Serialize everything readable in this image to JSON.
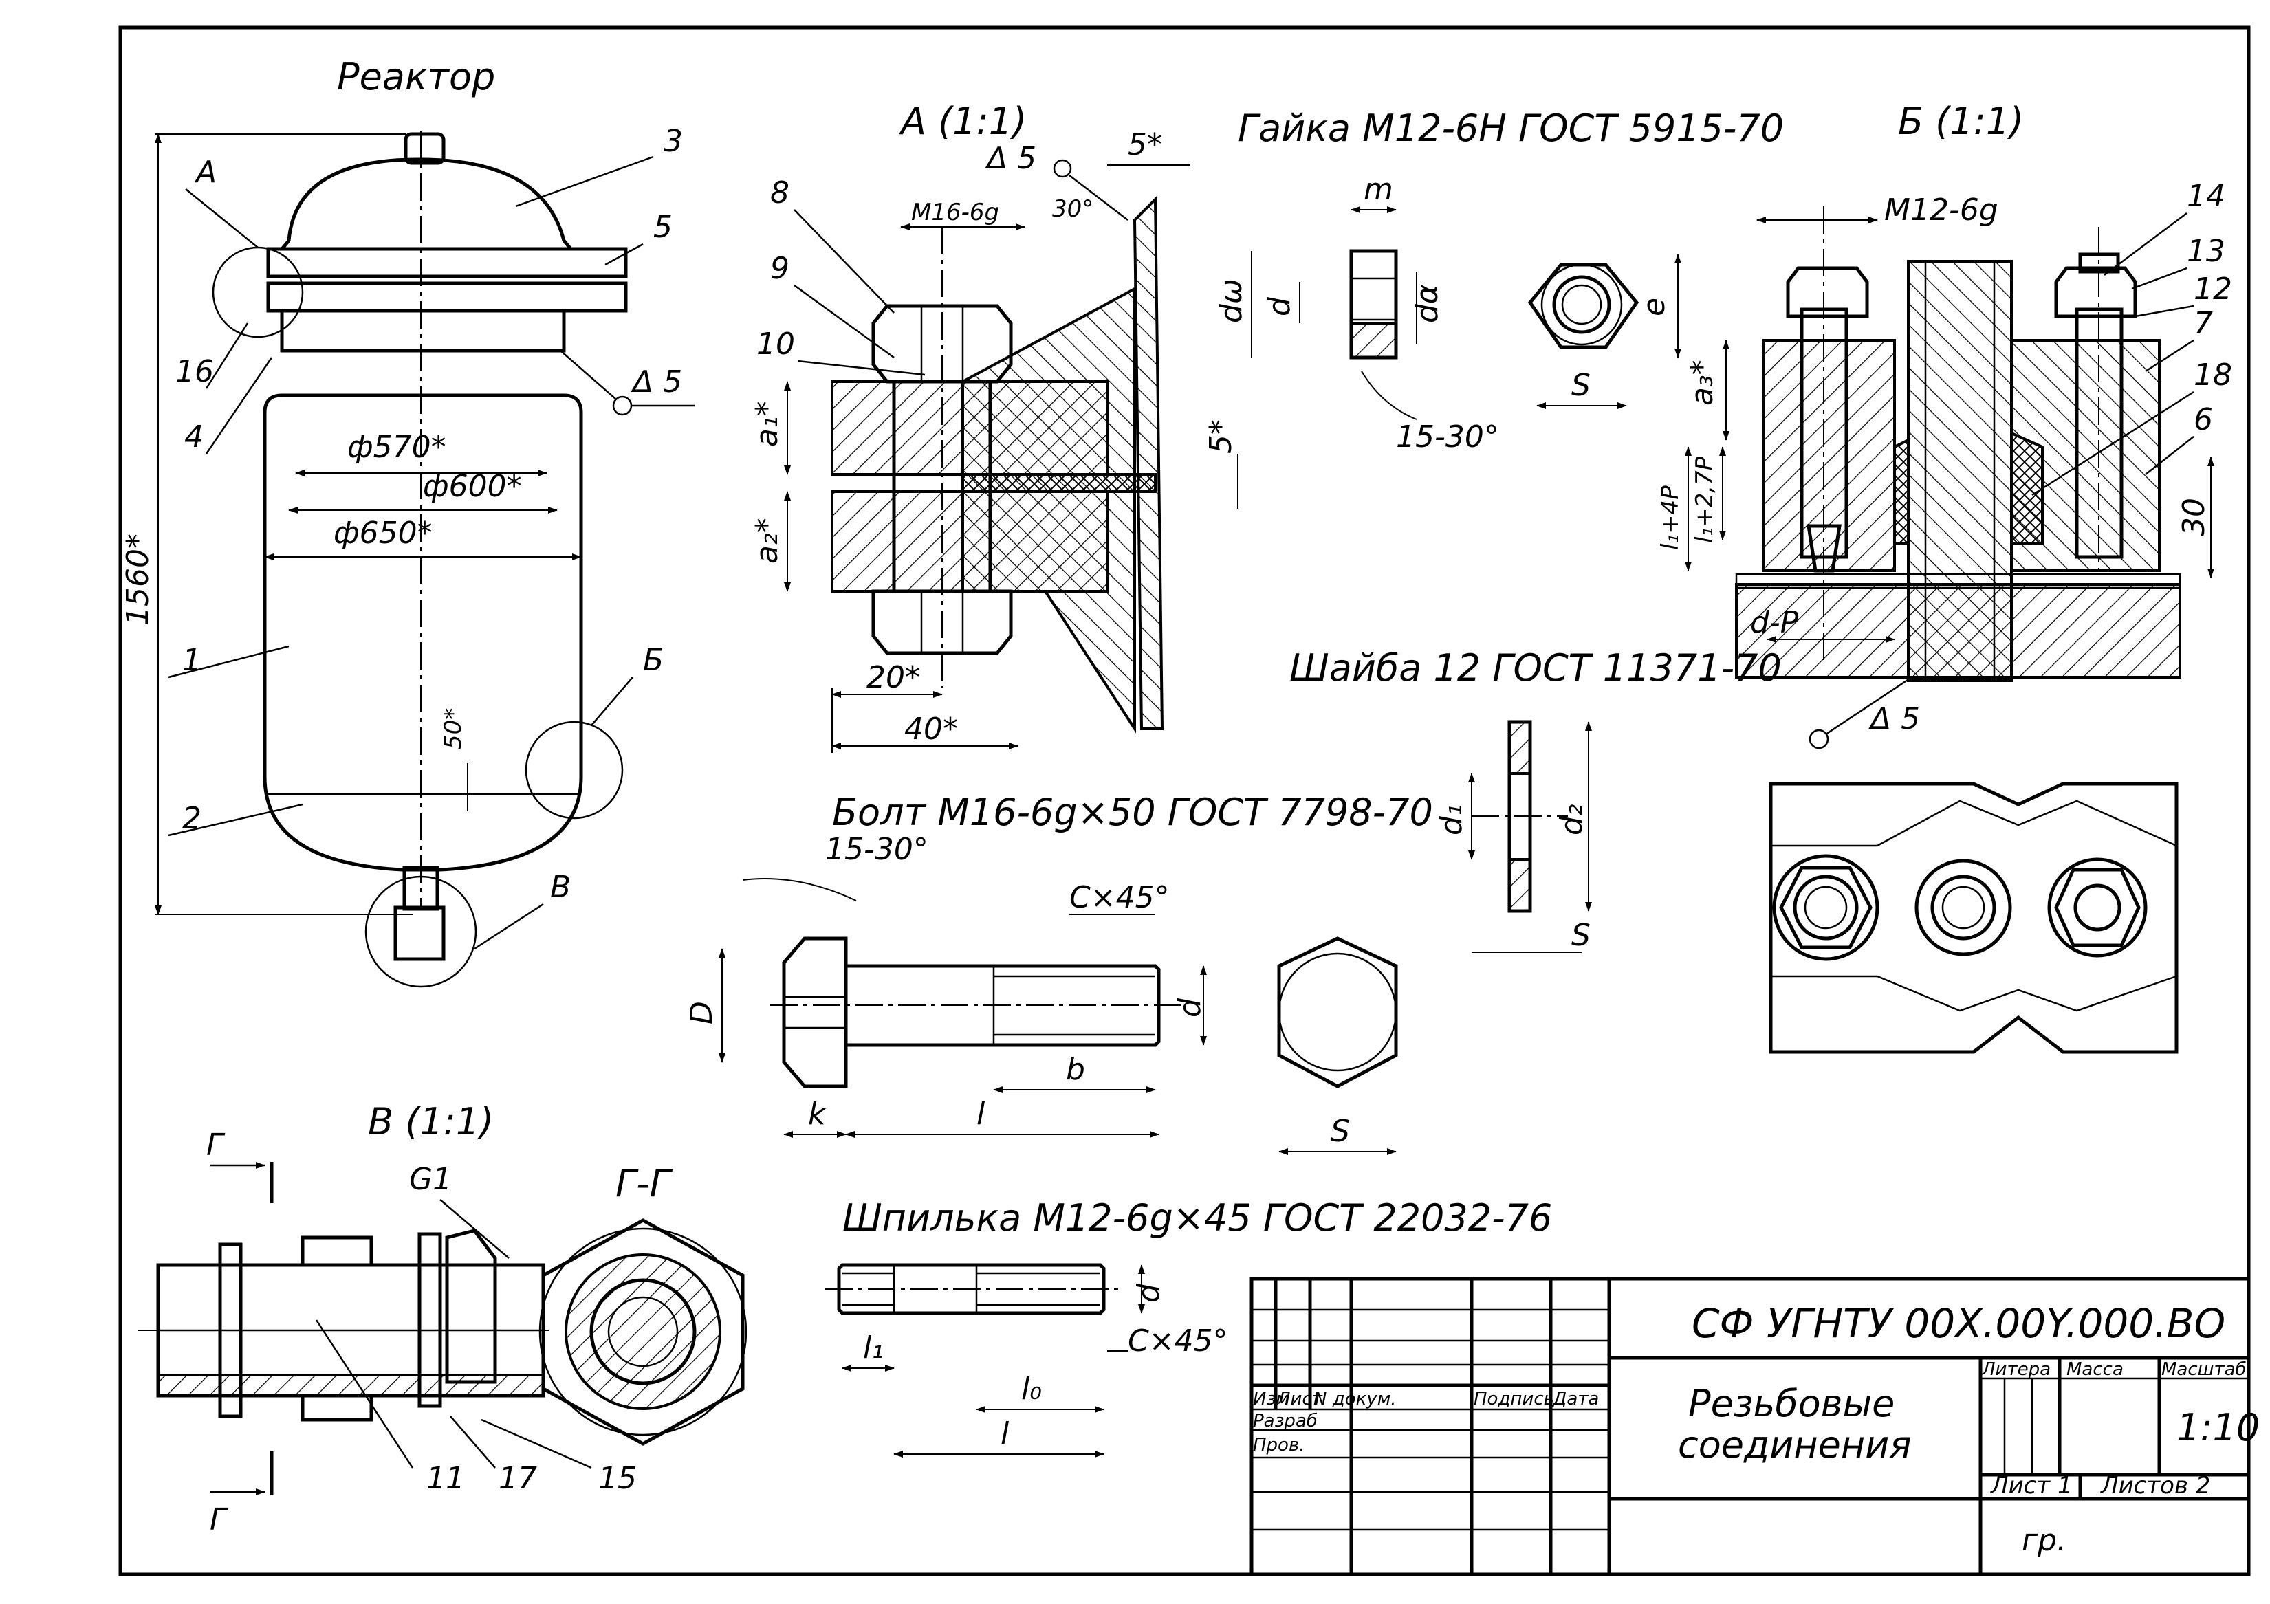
{
  "title_block": {
    "doc_code": "СФ УГНТУ 00Х.00Y.000.ВО",
    "doc_name_1": "Резьбовые",
    "doc_name_2": "соединения",
    "col_izm": "Изм",
    "col_list": "Лист",
    "col_ndokum": "N докум.",
    "col_podpis": "Подпись",
    "col_data": "Дата",
    "row_razrab": "Разраб",
    "row_prov": "Пров.",
    "col_litera": "Литера",
    "col_massa": "Масса",
    "col_masshtab": "Масштаб",
    "scale": "1:10",
    "sheet": "Лист 1",
    "sheets": "Листов  2",
    "group": "гр."
  },
  "views": {
    "reactor": {
      "title": "Реактор",
      "dims": {
        "d570": "ф570*",
        "d600": "ф600*",
        "d650": "ф650*",
        "h1560": "1560*",
        "h50": "50*"
      },
      "marks": {
        "A": "А",
        "B": "Б",
        "V": "В"
      },
      "weld": "Δ 5",
      "positions": [
        "3",
        "5",
        "16",
        "4",
        "1",
        "2"
      ]
    },
    "detail_a": {
      "title": "А (1:1)",
      "weld": "Δ 5",
      "dims": {
        "thread": "М16-6g",
        "angle": "30°",
        "gap": "5*",
        "a1": "a₁*",
        "a2": "a₂*",
        "w20": "20*",
        "w40": "40*",
        "gap2": "5*"
      },
      "positions": [
        "8",
        "9",
        "10"
      ]
    },
    "nut": {
      "title": "Гайка М12-6Н ГОСТ 5915-70",
      "dims": {
        "m": "m",
        "dw": "dω",
        "d": "d",
        "da": "dα",
        "e": "e",
        "s": "S",
        "angle": "15-30°"
      }
    },
    "detail_b": {
      "title": "Б (1:1)",
      "weld": "Δ 5",
      "dims": {
        "thread": "М12-6g",
        "a3": "a₃*",
        "l1_4p": "l₁+4P",
        "l1_27p": "l₁+2,7P",
        "d_p": "d-P",
        "h30": "30"
      },
      "positions": [
        "14",
        "13",
        "12",
        "7",
        "18",
        "6"
      ]
    },
    "washer": {
      "title": "Шайба 12 ГОСТ 11371-70",
      "dims": {
        "d1": "d₁",
        "d2": "d₂",
        "s": "S"
      }
    },
    "bolt": {
      "title": "Болт М16-6g×50  ГОСТ 7798-70",
      "dims": {
        "angle": "15-30°",
        "chamfer": "C×45°",
        "D": "D",
        "d": "d",
        "b": "b",
        "k": "k",
        "l": "l",
        "s": "S"
      }
    },
    "detail_v": {
      "title": "В (1:1)",
      "section_mark": "Г",
      "thread": "G1",
      "positions": [
        "11",
        "17",
        "15"
      ]
    },
    "section_gg": {
      "title": "Г-Г"
    },
    "stud": {
      "title": "Шпилька М12-6g×45 ГОСТ 22032-76",
      "dims": {
        "d": "d",
        "chamfer": "C×45°",
        "l1": "l₁",
        "l0": "l₀",
        "l": "l"
      }
    }
  }
}
